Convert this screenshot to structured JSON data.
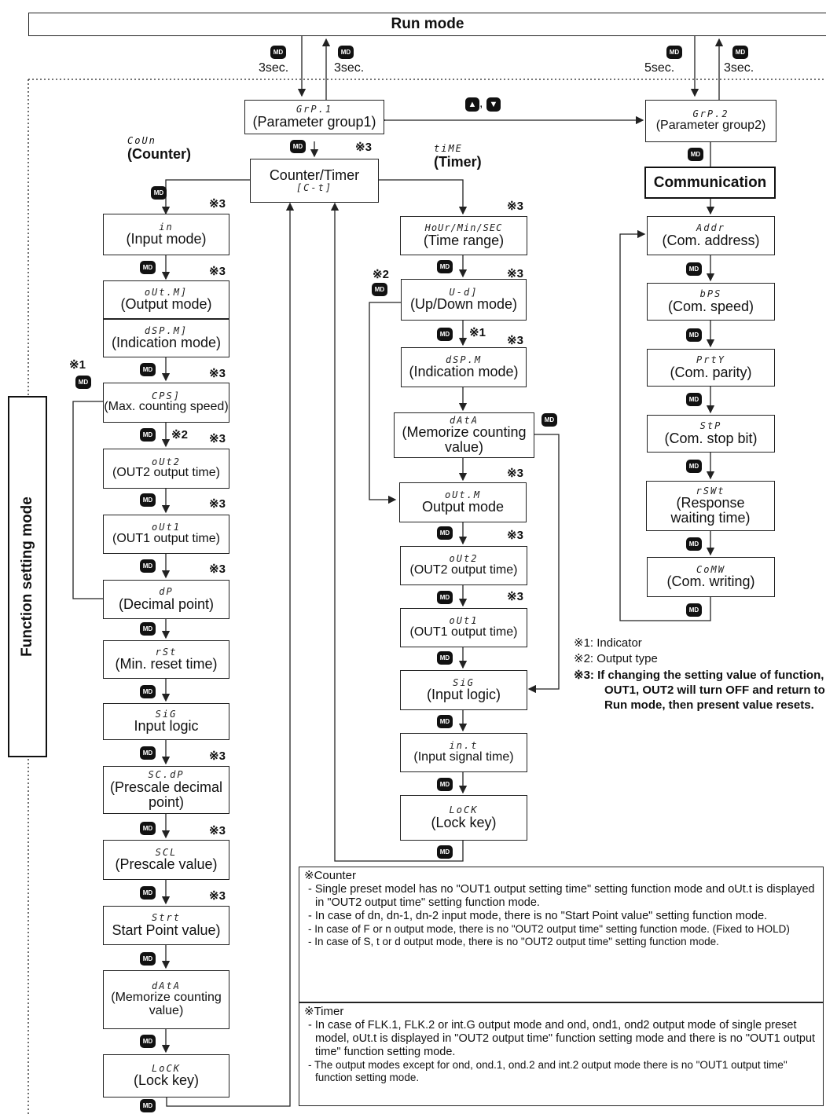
{
  "run_mode": "Run mode",
  "function_setting_mode": "Function setting mode",
  "md": "MD",
  "sec3a": "3sec.",
  "sec3b": "3sec.",
  "sec5": "5sec.",
  "sec3c": "3sec.",
  "nav_sep": ",",
  "grp1": {
    "code": "GrP.1",
    "label": "(Parameter group1)"
  },
  "grp2": {
    "code": "GrP.2",
    "label": "(Parameter group2)"
  },
  "counter_timer": {
    "label": "Counter/Timer",
    "code": "[C-t]"
  },
  "branch_counter": {
    "code": "CoUn",
    "label": "(Counter)"
  },
  "branch_timer": {
    "code": "tiME",
    "label": "(Timer)"
  },
  "communication": "Communication",
  "mark1": "※1",
  "mark2": "※2",
  "mark3": "※3",
  "counter_items": [
    {
      "code": "in",
      "label": "(Input mode)"
    },
    {
      "code": "oUt.M]",
      "label": "(Output mode)"
    },
    {
      "code": "dSP.M]",
      "label": "(Indication mode)"
    },
    {
      "code": "CPS]",
      "label": "(Max. counting speed)"
    },
    {
      "code": "oUt2",
      "label": "(OUT2 output time)"
    },
    {
      "code": "oUt1",
      "label": "(OUT1 output time)"
    },
    {
      "code": "dP",
      "label": "(Decimal point)"
    },
    {
      "code": "rSt",
      "label": "(Min. reset time)"
    },
    {
      "code": "SiG",
      "label": "Input logic"
    },
    {
      "code": "SC.dP",
      "label": "(Prescale decimal point)"
    },
    {
      "code": "SCL",
      "label": "(Prescale value)"
    },
    {
      "code": "Strt",
      "label": "Start Point value)"
    },
    {
      "code": "dAtA",
      "label": "(Memorize counting value)"
    },
    {
      "code": "LoCK",
      "label": "(Lock key)"
    }
  ],
  "timer_items": [
    {
      "code": "HoUr/Min/SEC",
      "label": "(Time range)"
    },
    {
      "code": "U-d]",
      "label": "(Up/Down mode)"
    },
    {
      "code": "dSP.M",
      "label": "(Indication mode)"
    },
    {
      "code": "dAtA",
      "label": "(Memorize counting value)"
    },
    {
      "code": "oUt.M",
      "label": "Output mode"
    },
    {
      "code": "oUt2",
      "label": "(OUT2 output time)"
    },
    {
      "code": "oUt1",
      "label": "(OUT1 output time)"
    },
    {
      "code": "SiG",
      "label": "(Input logic)"
    },
    {
      "code": "in.t",
      "label": "(Input signal time)"
    },
    {
      "code": "LoCK",
      "label": "(Lock key)"
    }
  ],
  "comm_items": [
    {
      "code": "Addr",
      "label": "(Com. address)"
    },
    {
      "code": "bPS",
      "label": "(Com. speed)"
    },
    {
      "code": "PrtY",
      "label": "(Com. parity)"
    },
    {
      "code": "StP",
      "label": "(Com. stop bit)"
    },
    {
      "code": "rSWt",
      "label": "(Response waiting time)"
    },
    {
      "code": "CoMW",
      "label": "(Com. writing)"
    }
  ],
  "legend": {
    "l1": "※1: Indicator",
    "l2": "※2: Output type",
    "l3": "※3: If changing the setting value of function, OUT1, OUT2 will turn OFF and return to Run mode, then present value resets."
  },
  "notes": {
    "counter_title": "※Counter",
    "counter": [
      "- Single preset model has no \"OUT1 output setting time\" setting function mode and oUt.t is displayed in \"OUT2 output time\" setting function mode.",
      "- In case of dn, dn-1, dn-2 input mode, there is no \"Start Point value\" setting function mode.",
      "- In case of F or n output mode, there is no \"OUT2 output time\" setting function mode. (Fixed to HOLD)",
      "- In case of S, t or d output mode, there is no \"OUT2 output time\" setting function mode."
    ],
    "timer_title": "※Timer",
    "timer": [
      "- In case of FLK.1, FLK.2 or int.G output mode and ond, ond1, ond2 output mode of single preset model, oUt.t is displayed in \"OUT2 output time\" function setting mode and there is no \"OUT1 output time\" function setting mode.",
      "- The output modes except for ond, ond.1, ond.2 and int.2 output mode there is no \"OUT1 output time\" function setting mode."
    ]
  }
}
